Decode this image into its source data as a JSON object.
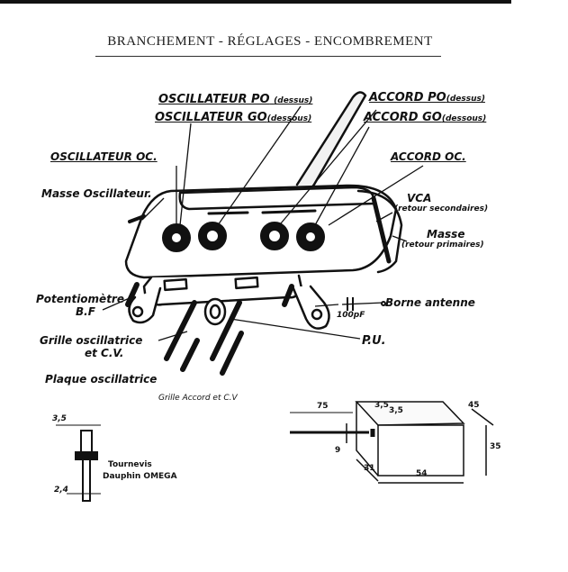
{
  "title": "BRANCHEMENT - RÉGLAGES - ENCOMBREMENT",
  "labels": {
    "osc_po": "OSCILLATEUR PO",
    "osc_po_note": "(dessus)",
    "osc_go": "OSCILLATEUR GO",
    "osc_go_note": "(dessous)",
    "acc_po": "ACCORD PO",
    "acc_po_note": "(dessus)",
    "acc_go": "ACCORD GO",
    "acc_go_note": "(dessous)",
    "osc_oc": "OSCILLATEUR OC.",
    "acc_oc": "ACCORD OC.",
    "masse_osc": "Masse Oscillateur.",
    "vca": "VCA",
    "vca_note": "(retour secondaires)",
    "masse": "Masse",
    "masse_note": "(retour primaires)",
    "potentiometre_1": "Potentiomètre",
    "potentiometre_2": "B.F",
    "borne": "Borne antenne",
    "cap": "100pF",
    "grille_osc_1": "Grille oscillatrice",
    "grille_osc_2": "et C.V.",
    "pu": "P.U.",
    "plaque": "Plaque oscillatrice",
    "grille_acc": "Grille Accord et C.V"
  },
  "screwdriver": {
    "dim_top": "3,5",
    "dim_bottom": "2,4",
    "caption_1": "Tournevis",
    "caption_2": "Dauphin OMEGA"
  },
  "dimensions": {
    "d75": "75",
    "d35a": "3,5",
    "d35b": "3,5",
    "d45": "45",
    "d35": "35",
    "d9": "9",
    "d31": "31",
    "d54": "54"
  }
}
